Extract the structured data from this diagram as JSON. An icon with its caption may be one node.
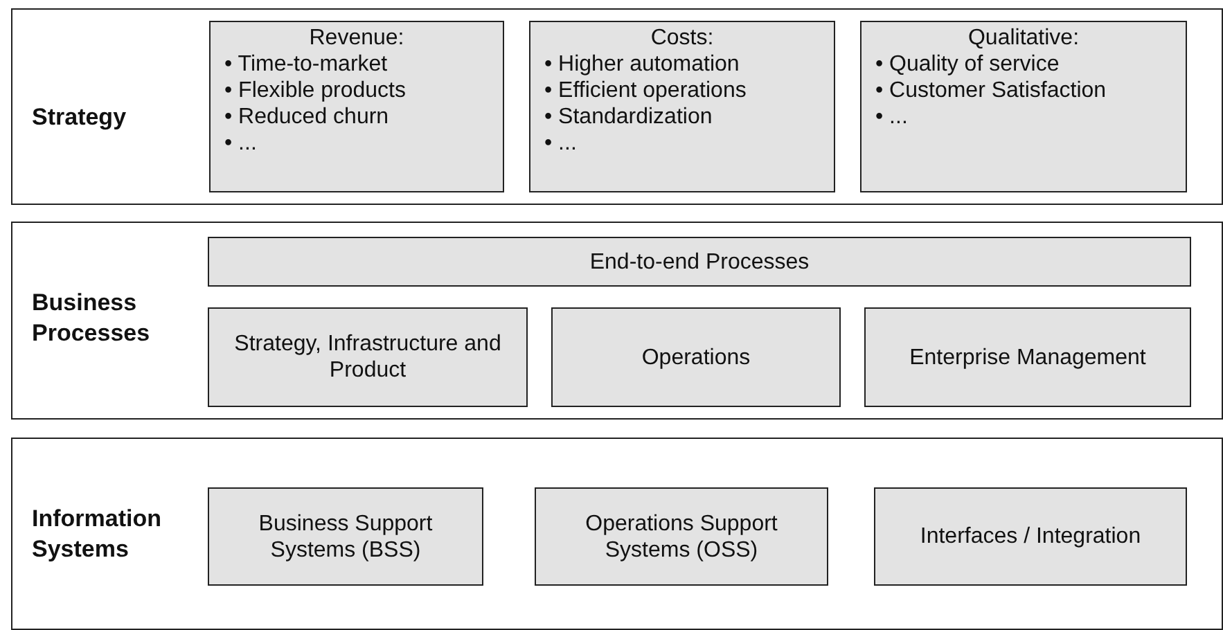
{
  "diagram": {
    "nodes": [
      {
        "text": [
          "Strategy"
        ]
      },
      {
        "text": [
          "Revenue:",
          "• Time-to-market",
          "• Flexible products",
          "• Reduced churn",
          "• ..."
        ],
        "in": 0
      },
      {
        "text": [
          "Costs:",
          "• Higher automation",
          "• Efficient operations",
          "• Standardization",
          "• ..."
        ],
        "in": 0
      },
      {
        "text": [
          "Qualitative:",
          "• Quality of service",
          "• Customer Satisfaction",
          "• ..."
        ],
        "in": 0
      },
      {
        "text": [
          "Business Processes"
        ]
      },
      {
        "text": [
          "End-to-end Processes"
        ],
        "in": 4
      },
      {
        "text": [
          "Strategy, Infrastructure and Product"
        ],
        "in": 4
      },
      {
        "text": [
          "Operations"
        ],
        "in": 4
      },
      {
        "text": [
          "Enterprise Management"
        ],
        "in": 4
      },
      {
        "text": [
          "Information Systems"
        ]
      },
      {
        "text": [
          "Business Support Systems (BSS)"
        ],
        "in": 9
      },
      {
        "text": [
          "Operations Support Systems (OSS)"
        ],
        "in": 9
      },
      {
        "text": [
          "Interfaces / Integration"
        ],
        "in": 9
      }
    ]
  }
}
